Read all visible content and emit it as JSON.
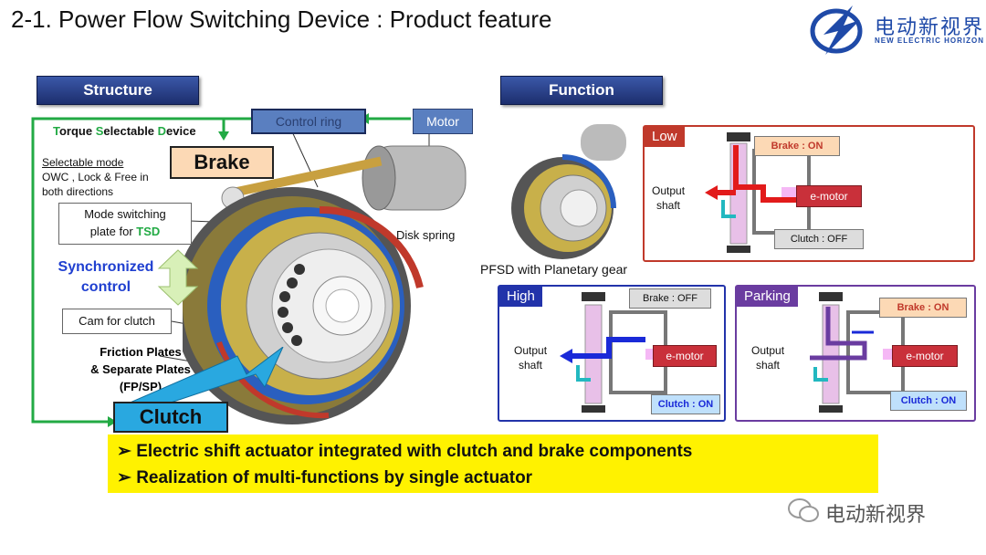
{
  "slide": {
    "title": "2-1. Power Flow Switching Device : Product feature",
    "logo": {
      "cn": "电动新视界",
      "en": "NEW ELECTRIC HORIZON"
    },
    "watermark": "电动新视界"
  },
  "structure": {
    "header": "Structure",
    "tsd_title": {
      "t": "T",
      "orque": "orque ",
      "s": "S",
      "electable": "electable ",
      "d": "D",
      "evice": "evice"
    },
    "selectable_mode": [
      "Selectable mode",
      "OWC , Lock & Free in",
      "both directions"
    ],
    "mode_plate": {
      "line1": "Mode switching",
      "line2a": "plate for ",
      "line2b": "TSD"
    },
    "sync_control": [
      "Synchronized",
      "control"
    ],
    "cam": "Cam for clutch",
    "friction": [
      "Friction Plates",
      "& Separate Plates",
      "(FP/SP)"
    ],
    "control_ring": "Control ring",
    "motor": "Motor",
    "brake": "Brake",
    "disk_spring": "Disk spring",
    "clutch": "Clutch"
  },
  "function": {
    "header": "Function",
    "pfsd_caption": "PFSD with Planetary gear",
    "low": {
      "tag": "Low",
      "brake": "Brake : ON",
      "clutch": "Clutch : OFF",
      "output": [
        "Output",
        "shaft"
      ],
      "emotor": "e-motor"
    },
    "high": {
      "tag": "High",
      "brake": "Brake : OFF",
      "clutch": "Clutch : ON",
      "output": [
        "Output",
        "shaft"
      ],
      "emotor": "e-motor"
    },
    "parking": {
      "tag": "Parking",
      "brake": "Brake : ON",
      "clutch": "Clutch : ON",
      "output": [
        "Output",
        "shaft"
      ],
      "emotor": "e-motor"
    }
  },
  "summary": [
    "Electric shift actuator integrated with clutch and brake components",
    "Realization of multi-functions by single actuator"
  ],
  "colors": {
    "header": "#1c2e6e",
    "low": "#c0392b",
    "high": "#2233aa",
    "parking": "#6a3ca0",
    "note": "#fff200",
    "green_line": "#22aa44"
  }
}
